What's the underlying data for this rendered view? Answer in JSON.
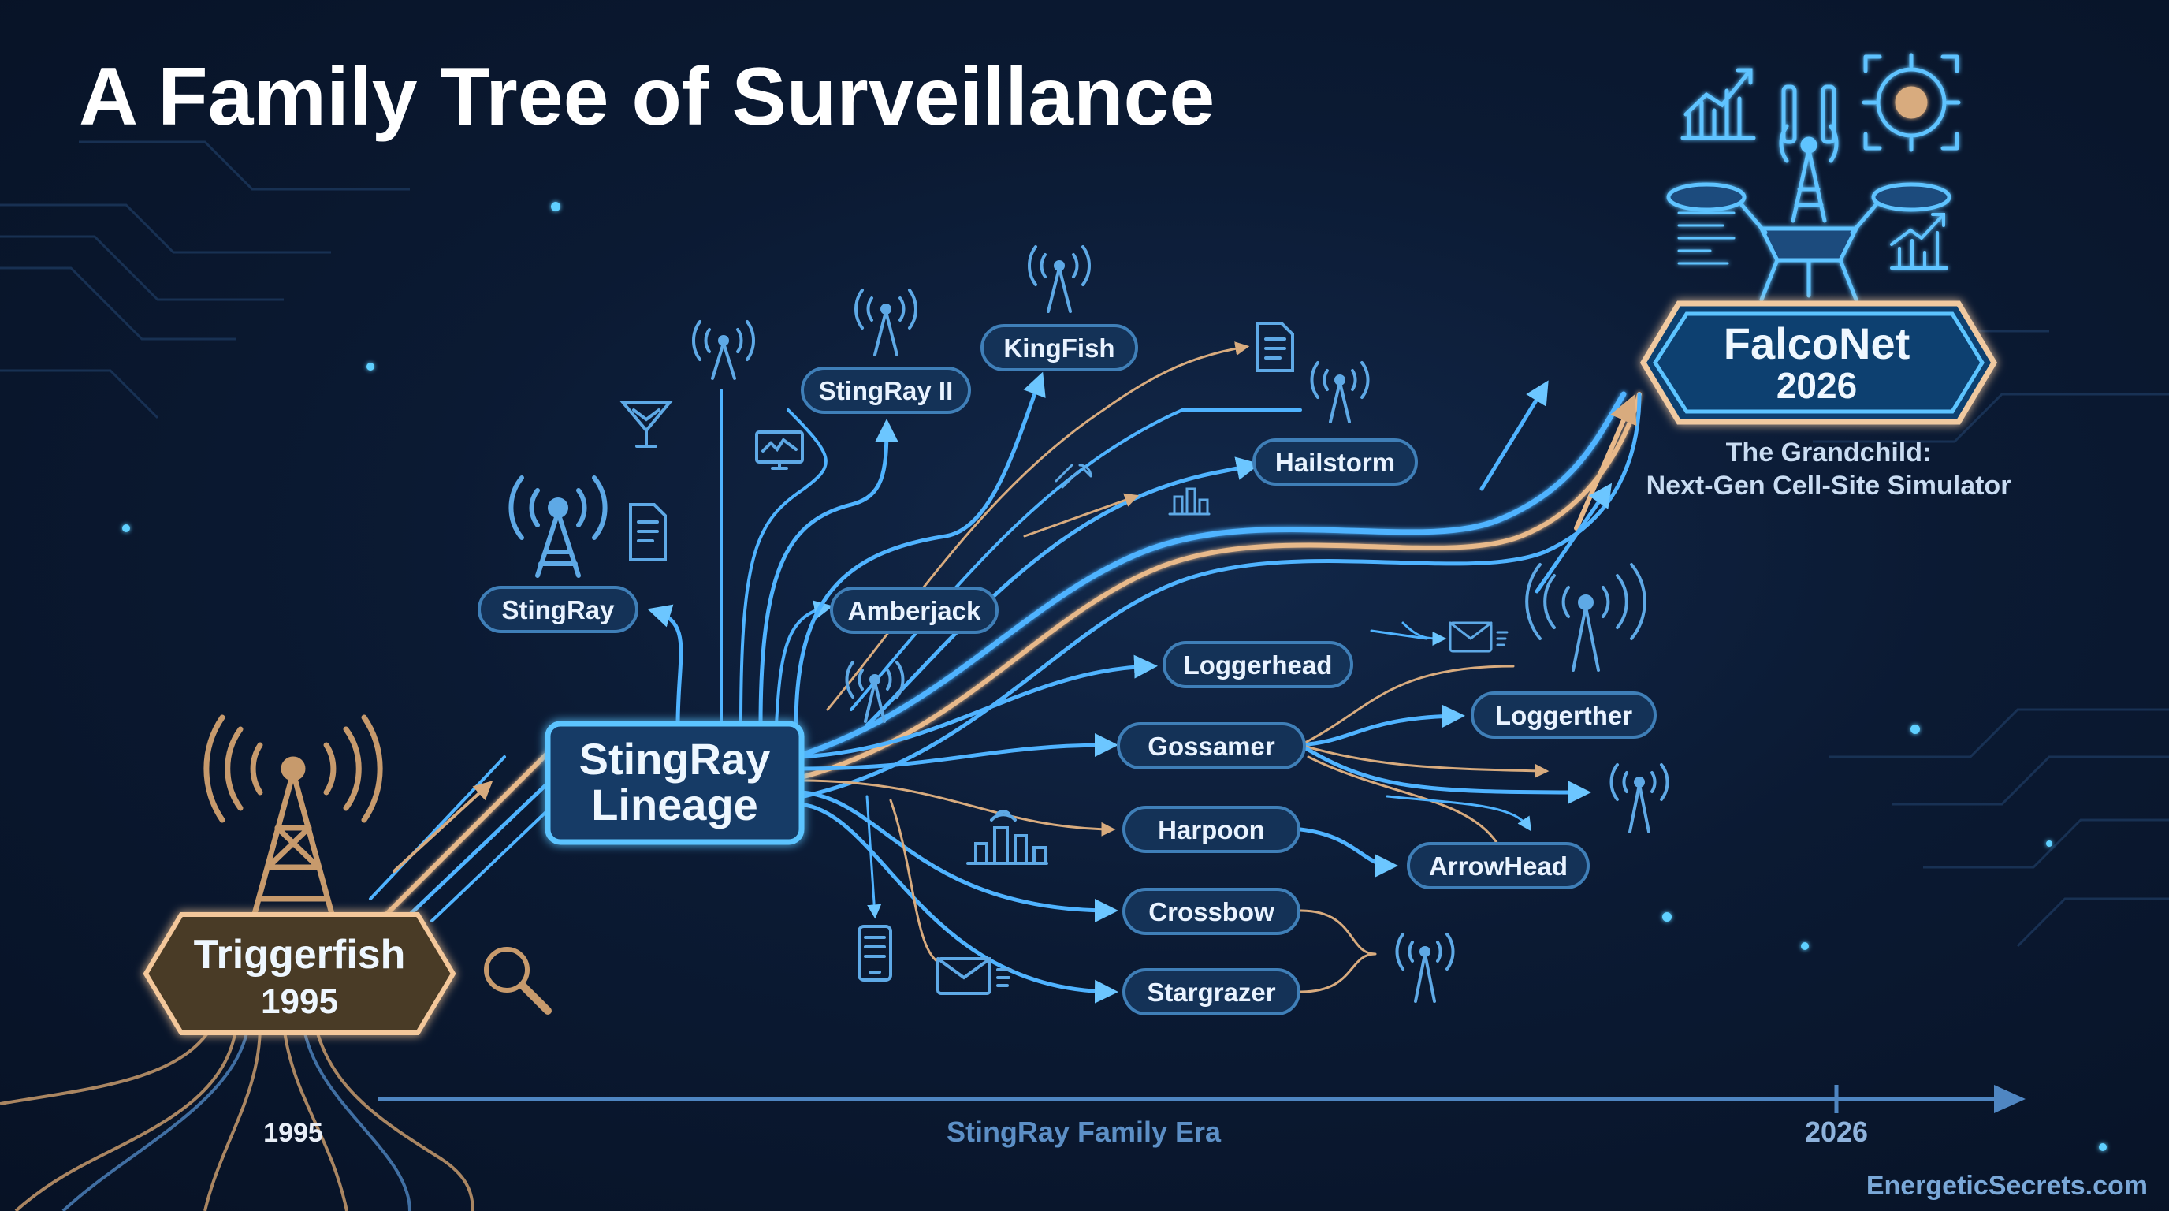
{
  "title": "A Family Tree of Surveillance",
  "root": {
    "name": "Triggerfish",
    "year": "1995"
  },
  "hub": {
    "line1": "StingRay",
    "line2": "Lineage"
  },
  "target": {
    "name": "FalcoNet",
    "year": "2026",
    "caption_line1": "The Grandchild:",
    "caption_line2": "Next-Gen Cell-Site Simulator"
  },
  "branches": [
    "StingRay",
    "StingRay II",
    "KingFish",
    "Hailstorm",
    "Amberjack",
    "Loggerhead",
    "Gossamer",
    "Loggerther",
    "Harpoon",
    "ArrowHead",
    "Crossbow",
    "Stargrazer"
  ],
  "timeline": {
    "start": "1995",
    "label": "StingRay Family Era",
    "end": "2026"
  },
  "credit": "EnergeticSecrets.com",
  "colors": {
    "background": "#0b1a33",
    "blue_line": "#4fb3ff",
    "gold_line": "#e8b98a",
    "root_fill": "#4a3a28",
    "root_stroke": "#f3c79a",
    "hub_stroke": "#5cc4ff",
    "pill_fill": "#143257",
    "pill_stroke": "#3f7fb8",
    "timeline": "#4f86c2"
  }
}
